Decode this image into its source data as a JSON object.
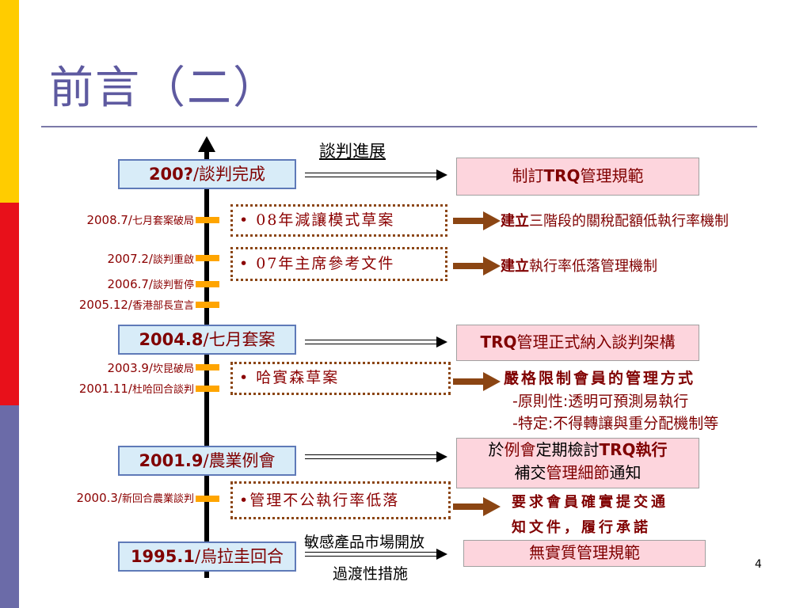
{
  "title": "前言（二）",
  "heading": "談判進展",
  "page_number": "4",
  "colors": {
    "title": "#5e5aa0",
    "accent_brown": "#8b4513",
    "dark_red": "#800000",
    "milestone_fill": "#d8ecf8",
    "result_fill": "#fdd5dd",
    "tick": "#ffa500",
    "sidebar_yellow": "#ffcc00",
    "sidebar_red": "#e8101a",
    "sidebar_blue": "#6b6ba8"
  },
  "milestones": [
    {
      "year": "200?",
      "label": "談判完成"
    },
    {
      "year": "2004.8",
      "label": "七月套案"
    },
    {
      "year": "2001.9",
      "label": "農業例會"
    },
    {
      "year": "1995.1",
      "label": "烏拉圭回合"
    }
  ],
  "dates": [
    {
      "year": "2008.7/",
      "label": "七月套案破局"
    },
    {
      "year": "2007.2/",
      "label": "談判重啟"
    },
    {
      "year": "2006.7/",
      "label": "談判暫停"
    },
    {
      "year": "2005.12/",
      "label": "香港部長宣言"
    },
    {
      "year": "2003.9/",
      "label": "坎昆破局"
    },
    {
      "year": "2001.11/",
      "label": "杜哈回合談判"
    },
    {
      "year": "2000.3/",
      "label": "新回合農業談判"
    }
  ],
  "results": {
    "r1": {
      "a": "制訂",
      "b": "TRQ",
      "c": "管理規範"
    },
    "r2": {
      "a": "TRQ",
      "b": "管理正式納入談判架構"
    },
    "r3": {
      "a": "於",
      "b": "例會",
      "c": "定期檢討",
      "d": "TRQ執行",
      "e": "補交",
      "f": "管理細節",
      "g": "通知"
    },
    "r4": "無實質管理規範"
  },
  "drafts": [
    "• 08年減讓模式草案",
    "• 07年主席參考文件",
    "• 哈賓森草案",
    "•管理不公執行率低落"
  ],
  "notes": {
    "n1": {
      "a": "建立",
      "b": "三階段的關稅配額低執行率機制"
    },
    "n2": {
      "a": "建立",
      "b": "執行率低落管理機制"
    },
    "n3": {
      "a": "嚴格限制會員的管理方式",
      "b": "-原則性:透明可預測易執行",
      "c": "-特定:不得轉讓與重分配機制等"
    },
    "n4": {
      "a": "要求會員確實提交通",
      "b": "知文件，履行承諾"
    }
  },
  "arrow_labels": {
    "above": "敏感產品市場開放",
    "below": "過渡性措施"
  }
}
